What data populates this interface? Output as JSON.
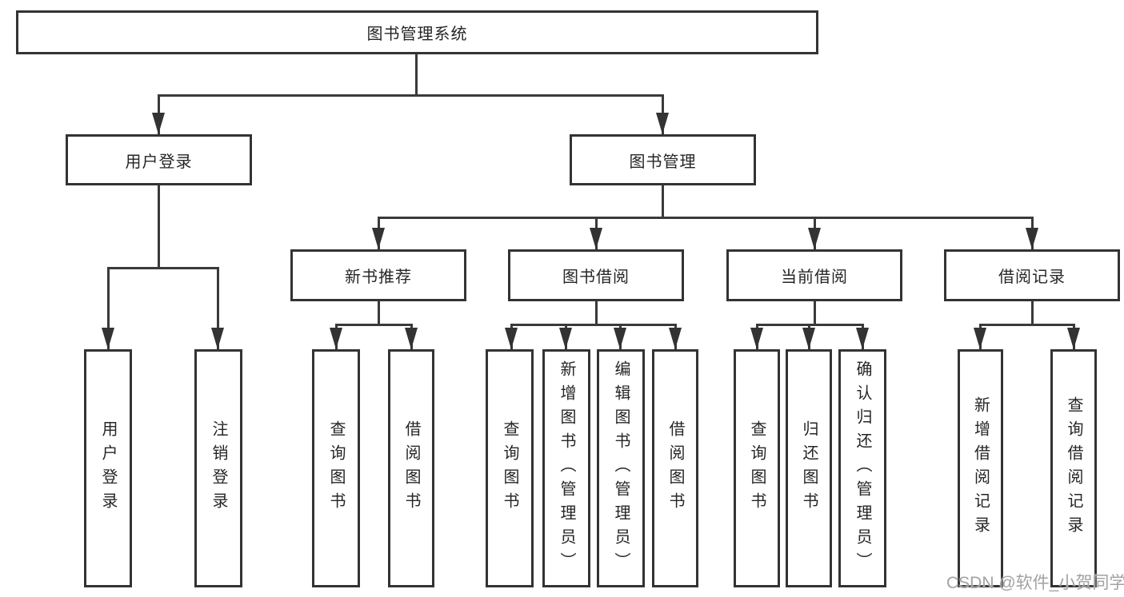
{
  "colors": {
    "line": "#3a3a3a",
    "box_border": "#333333",
    "text": "#262626",
    "watermark": "#a2a2a2",
    "background": "#ffffff"
  },
  "tree": {
    "root": {
      "label": "图书管理系统"
    },
    "branches": [
      {
        "label": "用户登录",
        "children": [
          {
            "label": "用户登录"
          },
          {
            "label": "注销登录"
          }
        ]
      },
      {
        "label": "图书管理",
        "groups": [
          {
            "label": "新书推荐",
            "children": [
              {
                "label": "查询图书"
              },
              {
                "label": "借阅图书"
              }
            ]
          },
          {
            "label": "图书借阅",
            "children": [
              {
                "label": "查询图书"
              },
              {
                "label": "新增图书（管理员）"
              },
              {
                "label": "编辑图书（管理员）"
              },
              {
                "label": "借阅图书"
              }
            ]
          },
          {
            "label": "当前借阅",
            "children": [
              {
                "label": "查询图书"
              },
              {
                "label": "归还图书"
              },
              {
                "label": "确认归还（管理员）"
              }
            ]
          },
          {
            "label": "借阅记录",
            "children": [
              {
                "label": "新增借阅记录"
              },
              {
                "label": "查询借阅记录"
              }
            ]
          }
        ]
      }
    ]
  },
  "watermark": {
    "text": "CSDN @软件_小贺同学"
  }
}
